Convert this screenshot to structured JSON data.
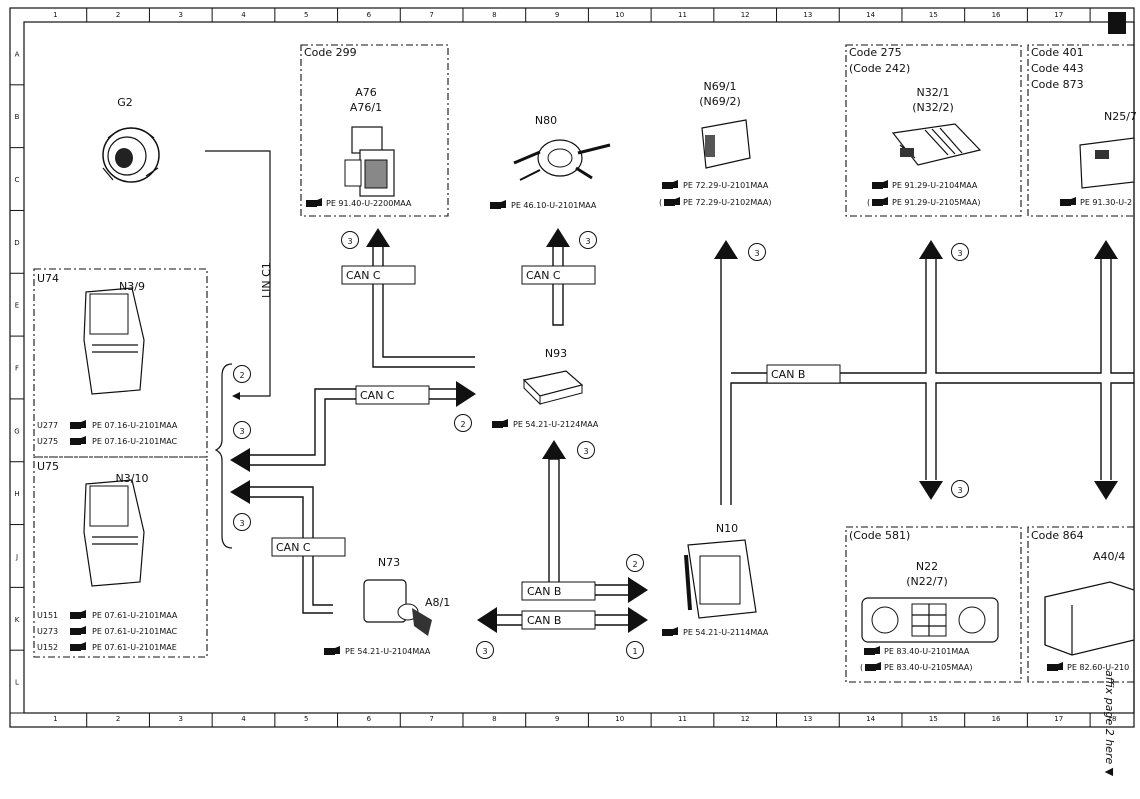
{
  "grid": {
    "columns": [
      "1",
      "2",
      "3",
      "4",
      "5",
      "6",
      "7",
      "8",
      "9",
      "10",
      "11",
      "12",
      "13",
      "14",
      "15",
      "16",
      "17",
      "18"
    ],
    "rows": [
      "A",
      "B",
      "C",
      "D",
      "E",
      "F",
      "G",
      "H",
      "J",
      "K",
      "L"
    ]
  },
  "components": {
    "g2": {
      "name": "G2"
    },
    "a76": {
      "code": "Code 299",
      "name1": "A76",
      "name2": "A76/1",
      "ref": "PE 91.40-U-2200MAA"
    },
    "n80": {
      "name": "N80",
      "ref": "PE 46.10-U-2101MAA"
    },
    "n69": {
      "name1": "N69/1",
      "name2": "(N69/2)",
      "ref1": "PE 72.29-U-2101MAA",
      "ref2": "PE 72.29-U-2102MAA)"
    },
    "n32": {
      "code1": "Code 275",
      "code2": "(Code 242)",
      "name1": "N32/1",
      "name2": "(N32/2)",
      "ref1": "PE 91.29-U-2104MAA",
      "ref2": "PE 91.29-U-2105MAA)"
    },
    "n25": {
      "code1": "Code 401",
      "code2": "Code 443",
      "code3": "Code 873",
      "name": "N25/7",
      "ref": "PE 91.30-U-2"
    },
    "u74": {
      "code": "U74",
      "name": "N3/9",
      "ref1_code": "U277",
      "ref1": "PE 07.16-U-2101MAA",
      "ref2_code": "U275",
      "ref2": "PE 07.16-U-2101MAC"
    },
    "u75": {
      "code": "U75",
      "name": "N3/10",
      "ref1_code": "U151",
      "ref1": "PE 07.61-U-2101MAA",
      "ref2_code": "U273",
      "ref2": "PE 07.61-U-2101MAC",
      "ref3_code": "U152",
      "ref3": "PE 07.61-U-2101MAE"
    },
    "n93": {
      "name": "N93",
      "ref": "PE 54.21-U-2124MAA"
    },
    "n73": {
      "name": "N73",
      "sub": "A8/1",
      "ref": "PE 54.21-U-2104MAA"
    },
    "n10": {
      "name": "N10",
      "ref": "PE 54.21-U-2114MAA"
    },
    "n22": {
      "code": "(Code 581)",
      "name1": "N22",
      "name2": "(N22/7)",
      "ref1": "PE 83.40-U-2101MAA",
      "ref2": "PE 83.40-U-2105MAA)"
    },
    "a40": {
      "code": "Code 864",
      "name": "A40/4",
      "ref": "PE 82.60-U-210"
    }
  },
  "buses": {
    "lin": "LIN C1",
    "can_c": "CAN C",
    "can_b": "CAN B"
  },
  "circles": {
    "one": "1",
    "two": "2",
    "three": "3"
  },
  "side_note": "affix page 2 here ▼"
}
